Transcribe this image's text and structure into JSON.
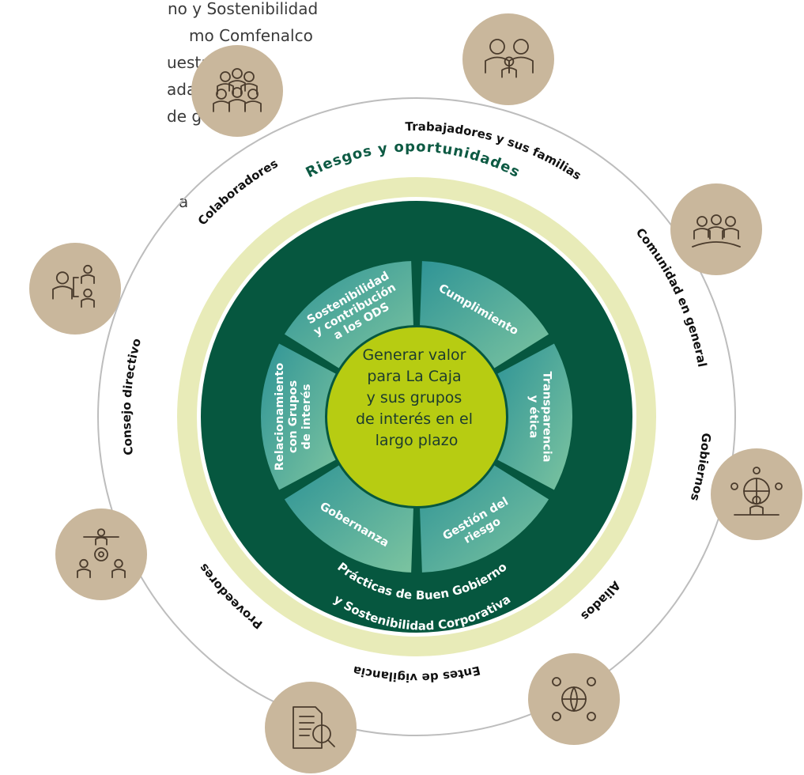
{
  "background_text": {
    "lines": [
      "no y Sostenibilidad",
      "mo Comfenalco",
      "uesta a las",
      "adas con",
      "de go-",
      "a"
    ]
  },
  "rings": {
    "outer_label": "Riesgos y oportunidades",
    "practices_line1": "Prácticas de Buen Gobierno",
    "practices_line2": "y Sostenibilidad Corporativa"
  },
  "core": {
    "lines": [
      "Generar valor",
      "para La Caja",
      "y sus grupos",
      "de interés en el",
      "largo plazo"
    ]
  },
  "segments": [
    {
      "name": "cumplimiento",
      "lines": [
        "Cumplimiento"
      ]
    },
    {
      "name": "transparencia",
      "lines": [
        "Transparencia",
        "y ética"
      ]
    },
    {
      "name": "gestion-riesgo",
      "lines": [
        "Gestión del",
        "riesgo"
      ]
    },
    {
      "name": "gobernanza",
      "lines": [
        "Gobernanza"
      ]
    },
    {
      "name": "relacionamiento",
      "lines": [
        "Relacionamiento",
        "con Grupos",
        "de interés"
      ]
    },
    {
      "name": "sostenibilidad",
      "lines": [
        "Sostenibilidad",
        "y contribución",
        "a los ODS"
      ]
    }
  ],
  "stakeholders": [
    {
      "name": "colaboradores",
      "label": "Colaboradores",
      "icon": "team-icon"
    },
    {
      "name": "trabajadores",
      "label": "Trabajadores y sus familias",
      "icon": "family-icon"
    },
    {
      "name": "comunidad",
      "label": "Comunidad en general",
      "icon": "community-icon"
    },
    {
      "name": "gobiernos",
      "label": "Gobiernos",
      "icon": "globe-person-icon"
    },
    {
      "name": "aliados",
      "label": "Aliados",
      "icon": "network-globe-icon"
    },
    {
      "name": "entes",
      "label": "Entes de vigilancia",
      "icon": "document-search-icon"
    },
    {
      "name": "proveedores",
      "label": "Proveedores",
      "icon": "supplier-gear-icon"
    },
    {
      "name": "consejo",
      "label": "Consejo directivo",
      "icon": "org-chart-icon"
    }
  ],
  "colors": {
    "dark_green": "#06573f",
    "pale_ring": "#e8ebb8",
    "core": "#b7cc12",
    "icon_circle": "#c9b79c",
    "outer_line": "#bdbdbd"
  }
}
